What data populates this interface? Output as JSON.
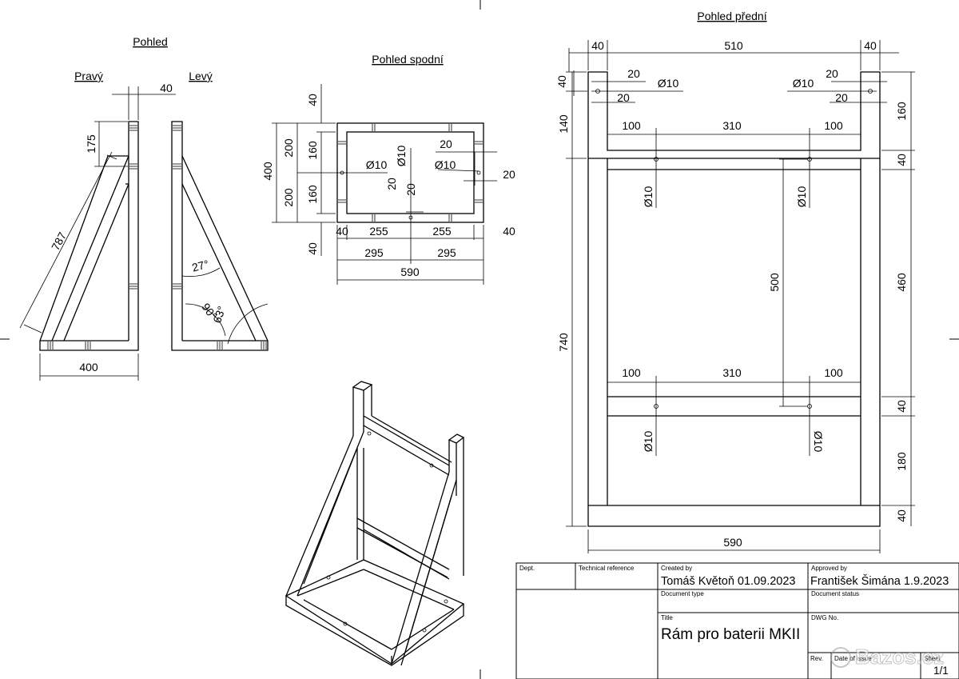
{
  "views": {
    "side": {
      "title": "Pohled",
      "right_label": "Pravý",
      "left_label": "Levý"
    },
    "bottom": {
      "title": "Pohled spodní"
    },
    "front": {
      "title": "Pohled přední"
    }
  },
  "dims_side": {
    "w40": "40",
    "d175": "175",
    "d787": "787",
    "d400": "400",
    "a27": "27°",
    "a90": "90°",
    "a63": "63°"
  },
  "dims_bottom": {
    "t40": "40",
    "d200a": "200",
    "d160a": "160",
    "d400": "400",
    "d200b": "200",
    "d160b": "160",
    "b40": "40",
    "hole_left": "Ø10",
    "hole_center": "Ø10",
    "hole_right": "Ø10",
    "d20_right_top": "20",
    "d20_right_side": "20",
    "d20_center_a": "20",
    "d20_center_b": "20",
    "l40": "40",
    "l255": "255",
    "r255": "255",
    "r40": "40",
    "l295": "295",
    "r295": "295",
    "total590": "590"
  },
  "dims_front": {
    "top40_left": "40",
    "top510": "510",
    "top40_right": "40",
    "l40": "40",
    "l20a": "20",
    "l20b": "20",
    "lhole": "Ø10",
    "rhole": "Ø10",
    "r20a": "20",
    "r20b": "20",
    "r160": "160",
    "l140": "140",
    "u100a": "100",
    "u310": "310",
    "u100b": "100",
    "r40a": "40",
    "v10a": "Ø10",
    "v10b": "Ø10",
    "c500": "500",
    "r460": "460",
    "l740": "740",
    "m100a": "100",
    "m310": "310",
    "m100b": "100",
    "r40b": "40",
    "v10c": "Ø10",
    "v10d": "Ø10",
    "r180": "180",
    "r40c": "40",
    "bottom590": "590"
  },
  "title_block": {
    "dept_label": "Dept.",
    "techref_label": "Technical reference",
    "created_label": "Created by",
    "created_value": "Tomáš Květoň  01.09.2023",
    "approved_label": "Approved by",
    "approved_value": "František Šimána  1.9.2023",
    "doctype_label": "Document type",
    "docstatus_label": "Document status",
    "title_label": "Title",
    "title_value": "Rám pro baterii MKII",
    "dwg_label": "DWG No.",
    "rev_label": "Rev.",
    "date_label": "Date of issue",
    "sheet_label": "Sheet",
    "sheet_value": "1/1"
  },
  "watermark": "Bazos.cz"
}
